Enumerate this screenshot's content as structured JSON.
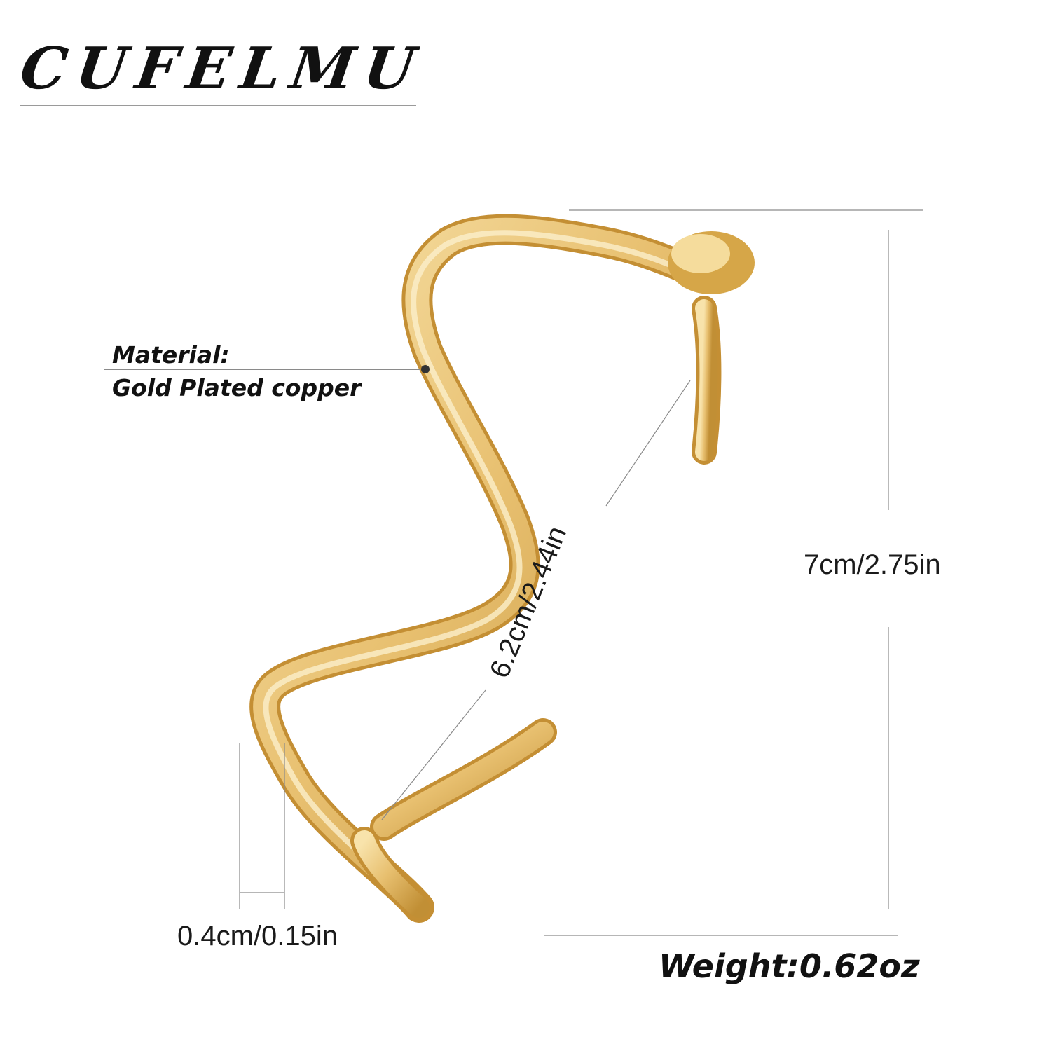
{
  "brand": {
    "name": "CUFELMU"
  },
  "product": {
    "material_label": "Material:",
    "material_value": "Gold Plated copper",
    "height": "7cm/2.75in",
    "width": "6.2cm/2.44in",
    "thickness": "0.4cm/0.15in",
    "weight": "Weight:0.62oz"
  },
  "colors": {
    "gold_light": "#f6dc9c",
    "gold_mid": "#e2b862",
    "gold_dark": "#b8862e",
    "guide_line": "#8a8a8a"
  }
}
